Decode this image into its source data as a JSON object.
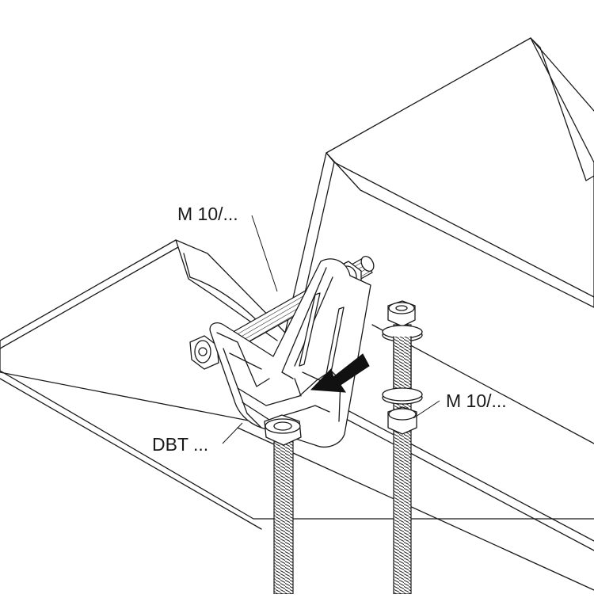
{
  "labels": {
    "threaded_rod_top": "M 10/...",
    "threaded_rod_right": "M 10/...",
    "beam_clamp": "DBT ..."
  },
  "colors": {
    "line": "#1a1a1a",
    "background": "#ffffff",
    "arrow": "#111111"
  }
}
